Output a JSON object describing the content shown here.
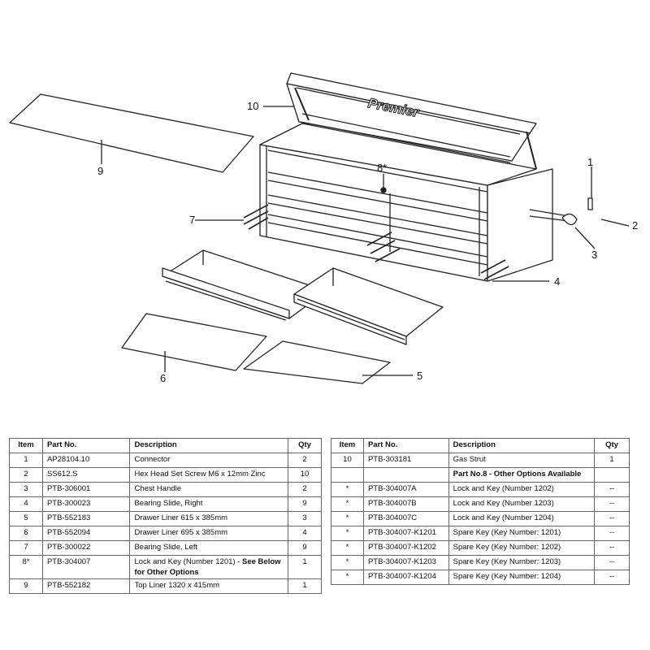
{
  "diagram": {
    "brand_logo_text": "Premier",
    "callouts": [
      "1",
      "2",
      "3",
      "4",
      "5",
      "6",
      "7",
      "8*",
      "9",
      "10"
    ]
  },
  "table_left": {
    "headers": [
      "Item",
      "Part No.",
      "Description",
      "Qty"
    ],
    "rows": [
      {
        "item": "1",
        "part": "AP28104.10",
        "desc": "Connector",
        "desc_bold": "",
        "qty": "2"
      },
      {
        "item": "2",
        "part": "SS612.S",
        "desc": "Hex Head Set Screw M6 x 12mm Zinc",
        "desc_bold": "",
        "qty": "10"
      },
      {
        "item": "3",
        "part": "PTB-306001",
        "desc": "Chest Handle",
        "desc_bold": "",
        "qty": "2"
      },
      {
        "item": "4",
        "part": "PTB-300023",
        "desc": "Bearing Slide, Right",
        "desc_bold": "",
        "qty": "9"
      },
      {
        "item": "5",
        "part": "PTB-552183",
        "desc": "Drawer Liner 615 x 385mm",
        "desc_bold": "",
        "qty": "3"
      },
      {
        "item": "6",
        "part": "PTB-552094",
        "desc": "Drawer Liner 695 x 385mm",
        "desc_bold": "",
        "qty": "4"
      },
      {
        "item": "7",
        "part": "PTB-300022",
        "desc": "Bearing Slide, Left",
        "desc_bold": "",
        "qty": "9"
      },
      {
        "item": "8*",
        "part": "PTB-304007",
        "desc": "Lock and Key (Number 1201) - ",
        "desc_bold": "See Below for Other Options",
        "qty": "1"
      },
      {
        "item": "9",
        "part": "PTB-552182",
        "desc": "Top Liner 1320  x  415mm",
        "desc_bold": "",
        "qty": "1"
      }
    ]
  },
  "table_right": {
    "headers": [
      "Item",
      "Part No.",
      "Description",
      "Qty"
    ],
    "rows": [
      {
        "item": "10",
        "part": "PTB-303181",
        "desc": "Gas Strut",
        "qty": "1",
        "bold": false
      },
      {
        "item": "",
        "part": "",
        "desc": "Part No.8 - Other Options Available",
        "qty": "",
        "bold": true
      },
      {
        "item": "*",
        "part": "PTB-304007A",
        "desc": "Lock and Key (Number 1202)",
        "qty": "--",
        "bold": false
      },
      {
        "item": "*",
        "part": "PTB-304007B",
        "desc": "Lock and Key (Number 1203)",
        "qty": "--",
        "bold": false
      },
      {
        "item": "*",
        "part": "PTB-304007C",
        "desc": "Lock and Key (Number 1204)",
        "qty": "--",
        "bold": false
      },
      {
        "item": "*",
        "part": "PTB-304007-K1201",
        "desc": "Spare Key (Key Number: 1201)",
        "qty": "--",
        "bold": false
      },
      {
        "item": "*",
        "part": "PTB-304007-K1202",
        "desc": "Spare Key (Key Number: 1202)",
        "qty": "--",
        "bold": false
      },
      {
        "item": "*",
        "part": "PTB-304007-K1203",
        "desc": "Spare Key (Key Number: 1203)",
        "qty": "--",
        "bold": false
      },
      {
        "item": "*",
        "part": "PTB-304007-K1204",
        "desc": "Spare Key (Key Number: 1204)",
        "qty": "--",
        "bold": false
      }
    ]
  }
}
